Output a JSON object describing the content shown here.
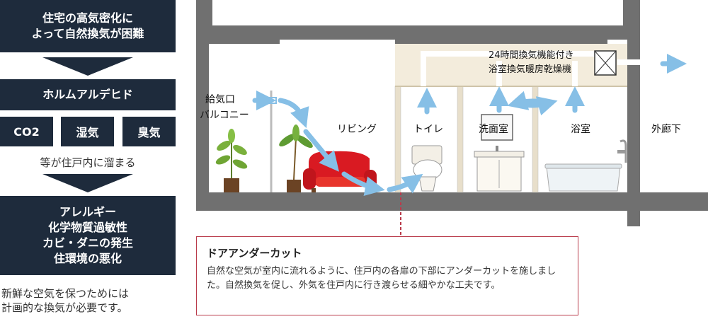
{
  "left_panel": {
    "top_box": [
      "住宅の高気密化に",
      "よって自然換気が困難"
    ],
    "formaldehyde": "ホルムアルデヒド",
    "pollutants": [
      "CO2",
      "湿気",
      "臭気"
    ],
    "accumulate_text": "等が住戸内に溜まる",
    "effects_box": [
      "アレルギー",
      "化学物質過敏性",
      "カビ・ダニの発生",
      "住環境の悪化"
    ],
    "conclusion": [
      "新鮮な空気を保つためには",
      "計画的な換気が必要です。"
    ]
  },
  "diagram": {
    "intake_label": [
      "給気口",
      "バルコニー"
    ],
    "ventilator_label": [
      "24時間換気機能付き",
      "浴室換気暖房乾燥機"
    ],
    "rooms": [
      "リビング",
      "トイレ",
      "洗面室",
      "浴室",
      "外廊下"
    ],
    "colors": {
      "wall": "#707070",
      "ceiling_space": "#f3ecdc",
      "airflow": "#86bfe6",
      "sofa": "#d91a22",
      "callout_border": "#b93a4a",
      "navy": "#1e2b3c"
    }
  },
  "callout": {
    "title": "ドアアンダーカット",
    "body": "自然な空気が室内に流れるように、住戸内の各扉の下部にアンダーカットを施しました。自然換気を促し、外気を住戸内に行き渡らせる細やかな工夫です。"
  }
}
